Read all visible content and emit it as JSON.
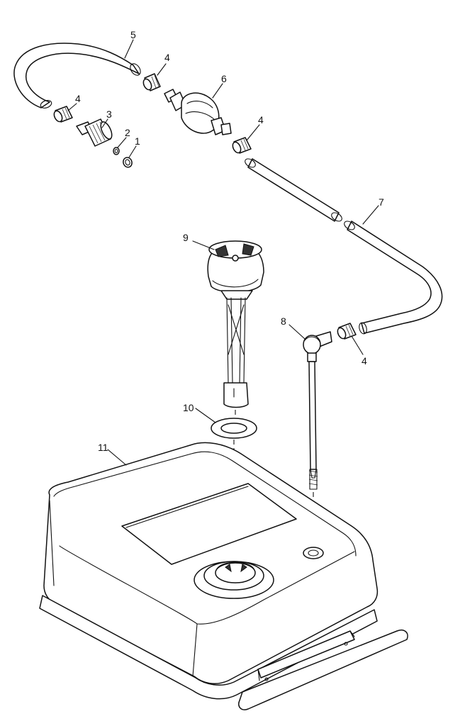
{
  "callouts": {
    "c1": "1",
    "c2": "2",
    "c3": "3",
    "c4a": "4",
    "c4b": "4",
    "c4c": "4",
    "c4d": "4",
    "c5": "5",
    "c6": "6",
    "c7": "7",
    "c8": "8",
    "c9": "9",
    "c10": "10",
    "c11": "11"
  }
}
